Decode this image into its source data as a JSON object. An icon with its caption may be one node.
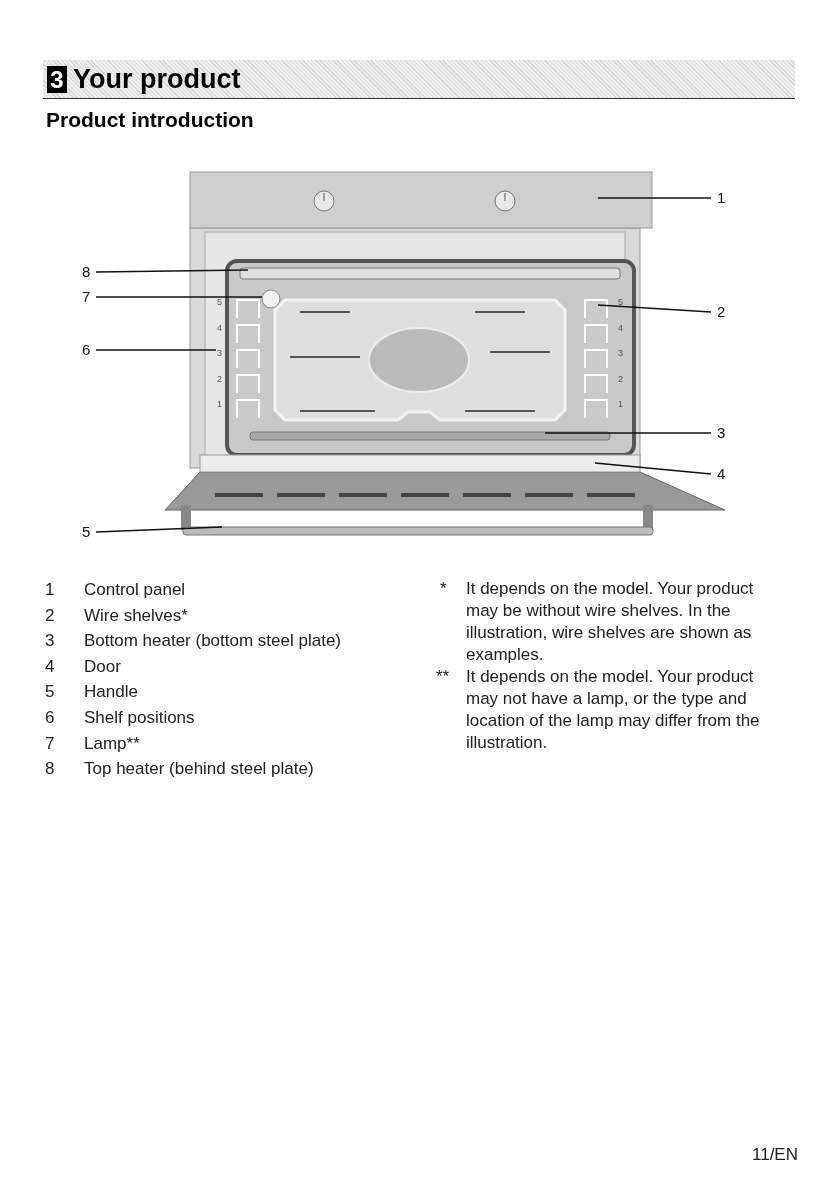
{
  "diagram": {
    "title": "Your product",
    "nodes": [
      {
        "text": [
          "1"
        ]
      },
      {
        "text": [
          "2"
        ]
      },
      {
        "text": [
          "3"
        ]
      },
      {
        "text": [
          "4"
        ]
      },
      {
        "text": [
          "5"
        ]
      },
      {
        "text": [
          "6"
        ]
      },
      {
        "text": [
          "7"
        ]
      },
      {
        "text": [
          "8"
        ]
      },
      {
        "text": [],
        "shape": "box"
      },
      {
        "text": [],
        "shape": "bar"
      },
      {
        "text": [],
        "shape": "circle"
      },
      {
        "text": [],
        "shape": "picture"
      },
      {
        "text": [],
        "shape": "bar"
      },
      {
        "text": [],
        "shape": "box"
      },
      {
        "text": [],
        "shape": "bar"
      },
      {
        "text": [
          "3"
        ]
      }
    ],
    "edges": [
      {
        "from": 0,
        "to": 8,
        "arrow": "none"
      },
      {
        "from": 1,
        "to": 11,
        "arrow": "none"
      },
      {
        "from": 2,
        "to": 12,
        "arrow": "none"
      },
      {
        "from": 3,
        "to": 13,
        "arrow": "none"
      },
      {
        "from": 4,
        "to": 14,
        "arrow": "none"
      },
      {
        "from": 5,
        "to": 15,
        "arrow": "none"
      },
      {
        "from": 6,
        "to": 10,
        "arrow": "none"
      },
      {
        "from": 7,
        "to": 9,
        "arrow": "none"
      }
    ],
    "labels": [
      "3",
      "Product introduction",
      "5",
      "4",
      "2",
      "1",
      "5",
      "4",
      "3",
      "2",
      "1",
      "1",
      "Control panel",
      "2",
      "Wire shelves*",
      "3",
      "Bottom heater (bottom steel plate)",
      "4",
      "Door",
      "5",
      "Handle",
      "6",
      "Shelf positions",
      "7",
      "Lamp**",
      "8",
      "Top heater (behind steel plate)",
      "*",
      "It depends on the model. Your product may be without wire shelves. In the illustration, wire shelves are shown as examples.",
      "**",
      "It depends on the model. Your product may not have a lamp, or the type and location of the lamp may differ from the illustration.",
      "11/EN"
    ]
  }
}
